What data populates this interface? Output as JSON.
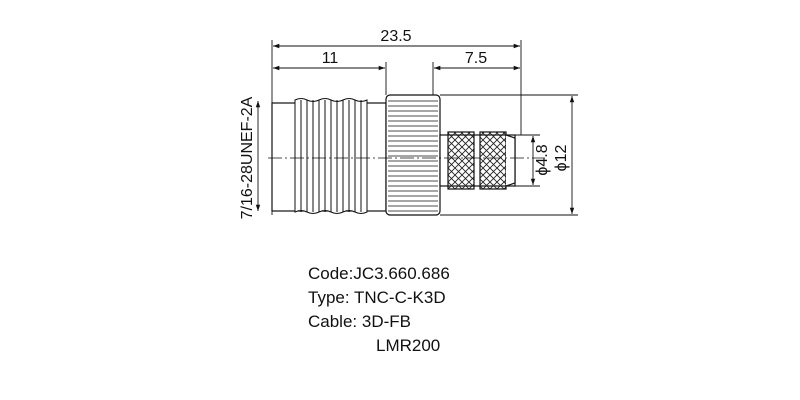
{
  "dimensions": {
    "overall_length": "23.5",
    "thread_section_length": "11",
    "crimp_length": "7.5",
    "crimp_diameter": "ϕ4.8",
    "body_diameter": "ϕ12",
    "thread_spec": "7/16-28UNEF-2A"
  },
  "info": {
    "code": "Code:JC3.660.686",
    "type": "Type: TNC-C-K3D",
    "cable_line1": "Cable: 3D-FB",
    "cable_line2": "LMR200"
  }
}
